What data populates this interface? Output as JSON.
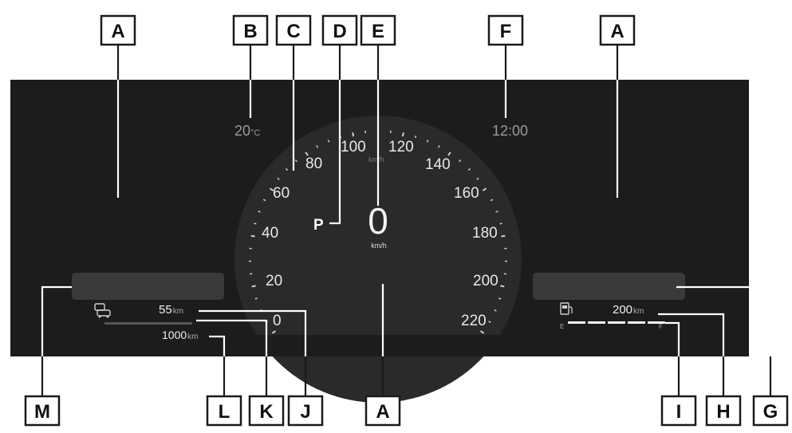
{
  "display": {
    "temperature": "20",
    "temperature_unit": "°C",
    "clock": "12:00",
    "speed": "0",
    "speed_unit": "km/h",
    "dial_unit": "km/h",
    "gear": "P",
    "speed_scale": [
      "20",
      "40",
      "60",
      "80",
      "100",
      "120",
      "140",
      "160",
      "180",
      "200",
      "220"
    ],
    "zero_label": "0",
    "ev_range": "55",
    "ev_range_unit": "km",
    "total_range": "1000",
    "total_range_unit": "km",
    "fuel_range": "200",
    "fuel_range_unit": "km",
    "fuel_gauge_empty": "E",
    "fuel_gauge_full": "F",
    "fuel_level_segments_filled": 5,
    "fuel_level_segments_total": 5
  },
  "callouts": {
    "a": "A",
    "b": "B",
    "c": "C",
    "d": "D",
    "e": "E",
    "f": "F",
    "g": "G",
    "h": "H",
    "i": "I",
    "j": "J",
    "k": "K",
    "l": "L",
    "m": "M"
  },
  "colors": {
    "panel": "#1c1c1c",
    "dial_face": "#2a2a2a",
    "text_bright": "#f2f2f2",
    "text_dim": "#9a9a9a",
    "info_bar": "#3a3a3a"
  }
}
